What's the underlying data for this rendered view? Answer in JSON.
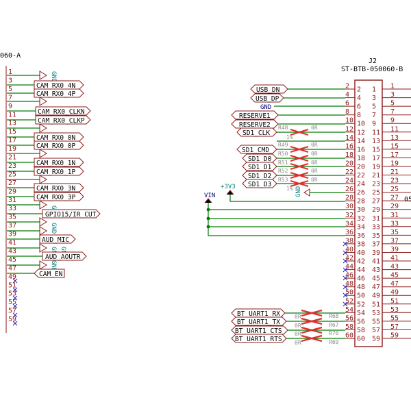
{
  "left_connector": {
    "value_text": "060-A",
    "pins": [
      "1",
      "3",
      "5",
      "7",
      "9",
      "11",
      "13",
      "15",
      "17",
      "19",
      "21",
      "23",
      "25",
      "27",
      "29",
      "31",
      "33",
      "35",
      "37",
      "39",
      "41",
      "43",
      "45",
      "47",
      "49",
      "51",
      "53",
      "55",
      "57",
      "59"
    ],
    "labels": [
      {
        "text": "CAM_RX0_4N"
      },
      {
        "text": "CAM_RX0_4P"
      },
      {
        "text": "CAM_RX0_CLKN"
      },
      {
        "text": "CAM_RX0_CLKP"
      },
      {
        "text": "CAM_RX0_0N"
      },
      {
        "text": "CAM_RX0_0P"
      },
      {
        "text": "CAM_RX0_1N"
      },
      {
        "text": "CAM_RX0_1P"
      },
      {
        "text": "CAM_RX0_3N"
      },
      {
        "text": "CAM_RX0_3P"
      },
      {
        "text": "GPIO15/IR_CUT"
      },
      {
        "text": "AUD_MIC"
      },
      {
        "text": "AUD_AOUTR"
      },
      {
        "text": "CAM_EN"
      }
    ],
    "gnd_text": "GND"
  },
  "right_connector": {
    "ref": "J2",
    "value": "ST-BTB-050060-B",
    "left_pins": [
      "2",
      "4",
      "6",
      "8",
      "10",
      "12",
      "14",
      "16",
      "18",
      "20",
      "22",
      "24",
      "26",
      "28",
      "30",
      "32",
      "34",
      "36",
      "38",
      "40",
      "42",
      "44",
      "46",
      "48",
      "50",
      "52",
      "54",
      "56",
      "58",
      "60"
    ],
    "right_pins": [
      "1",
      "3",
      "5",
      "7",
      "9",
      "11",
      "13",
      "15",
      "17",
      "19",
      "21",
      "23",
      "25",
      "27",
      "29",
      "31",
      "33",
      "35",
      "37",
      "39",
      "41",
      "43",
      "45",
      "47",
      "49",
      "51",
      "53",
      "55",
      "57",
      "59"
    ],
    "inner_left": [
      "2",
      "4",
      "6",
      "8",
      "10",
      "12",
      "14",
      "16",
      "18",
      "20",
      "22",
      "24",
      "26",
      "28",
      "30",
      "32",
      "34",
      "36",
      "38",
      "40",
      "42",
      "44",
      "46",
      "48",
      "50",
      "52",
      "54",
      "56",
      "58",
      "60"
    ],
    "inner_right": [
      "1",
      "3",
      "5",
      "7",
      "9",
      "11",
      "13",
      "15",
      "17",
      "19",
      "21",
      "23",
      "25",
      "27",
      "29",
      "31",
      "33",
      "35",
      "37",
      "39",
      "41",
      "43",
      "45",
      "47",
      "49",
      "51",
      "53",
      "55",
      "57",
      "59"
    ]
  },
  "right_labels": [
    {
      "text": "USB_DN"
    },
    {
      "text": "USB_DP"
    },
    {
      "text": "RESERVE1"
    },
    {
      "text": "RESERVE2"
    },
    {
      "text": "SD1_CLK"
    },
    {
      "text": "SD1_CMD"
    },
    {
      "text": "SD1_D0"
    },
    {
      "text": "SD1_D1"
    },
    {
      "text": "SD1_D2"
    },
    {
      "text": "SD1_D3"
    },
    {
      "text": "BT_UART1_RX"
    },
    {
      "text": "BT_UART1_TX"
    },
    {
      "text": "BT_UART1_CTS"
    },
    {
      "text": "BT_UART1_RTS"
    }
  ],
  "power": {
    "gnd": "GND",
    "v33": "+3V3",
    "vin": "VIN"
  },
  "resistors": {
    "r48": "R48",
    "r49": "R49",
    "r50": "R50",
    "r51": "R51",
    "r52": "R52",
    "r53": "R53",
    "r68": "R68",
    "r67": "R67",
    "r70": "R70",
    "r69": "R69",
    "zero": "0R",
    "one_pct": "1%"
  },
  "edge_text": "05"
}
